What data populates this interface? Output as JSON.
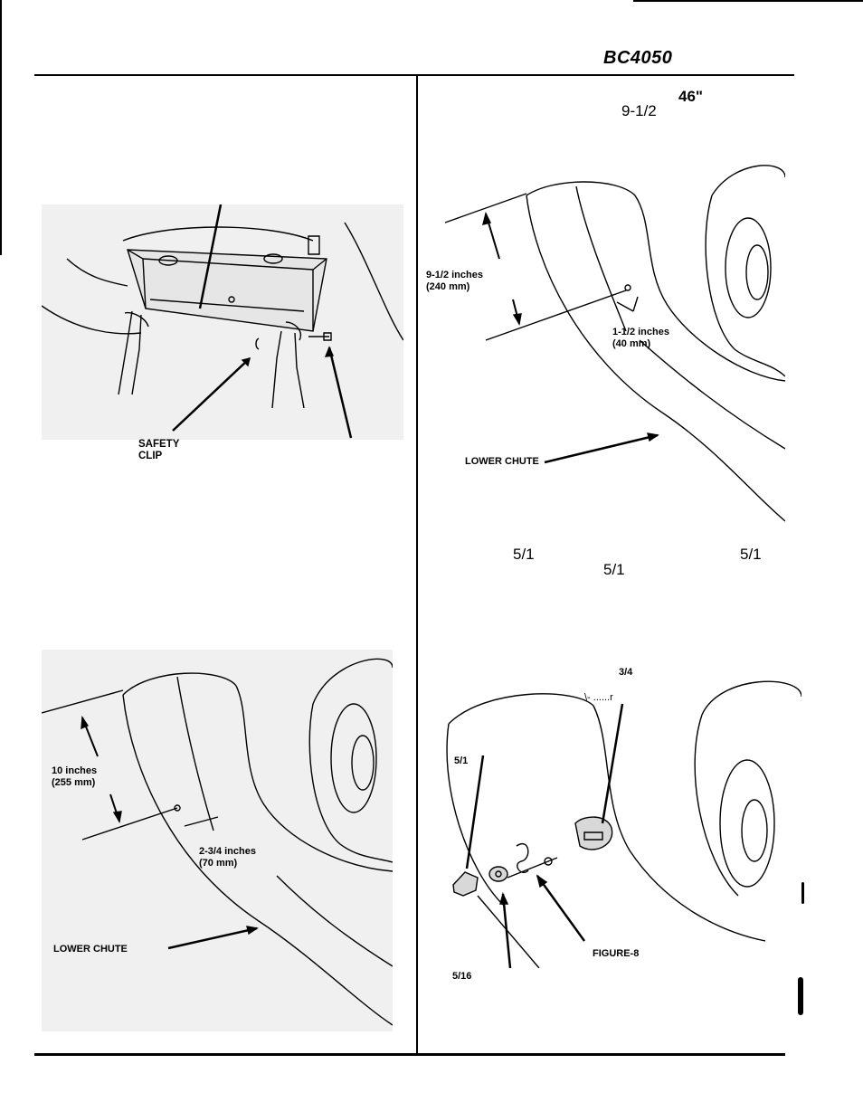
{
  "header": {
    "model": "BC4050"
  },
  "right_top_fragments": {
    "size": "46\"",
    "measure": "9-1/2"
  },
  "right_mid_fragments": {
    "f1": "5/1",
    "f2": "5/1",
    "f3": "5/1"
  },
  "figure_bracket": {
    "labels": {
      "safety_clip": "SAFETY\nCLIP"
    }
  },
  "figure_chute_46": {
    "labels": {
      "height": "9-1/2 inches\n(240 mm)",
      "offset": "1-1/2 inches\n(40 mm)",
      "lower_chute": "LOWER CHUTE"
    }
  },
  "figure_chute_other": {
    "labels": {
      "height": "10 inches\n(255 mm)",
      "offset": "2-3/4 inches\n(70 mm)",
      "lower_chute": "LOWER CHUTE"
    }
  },
  "figure_hardware": {
    "labels": {
      "bolt_size": "3/4",
      "top_fragment": "\\- ......r",
      "nut_size": "5/1",
      "figure8": "FIGURE-8",
      "washer_size": "5/16"
    }
  }
}
